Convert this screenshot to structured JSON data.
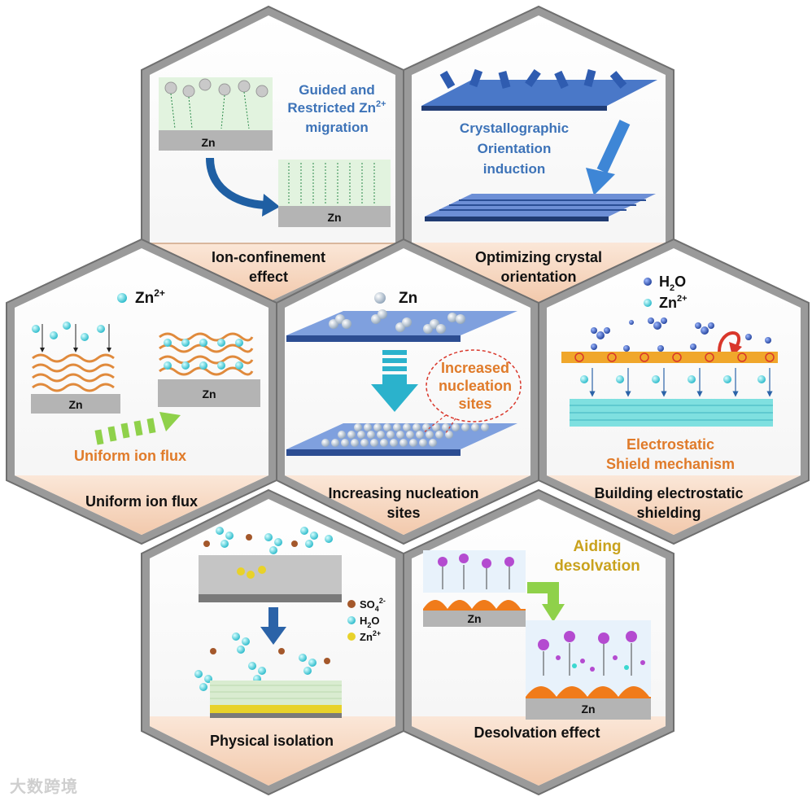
{
  "panels": {
    "ion_confinement": {
      "caption_line1": "Ion-confinement",
      "caption_line2": "effect",
      "note_line1": "Guided and",
      "note_line2": "Restricted Zn",
      "note_line2_sup": "2+",
      "note_line3": "migration",
      "substrate_top": "Zn",
      "substrate_bottom": "Zn"
    },
    "crystal_orientation": {
      "caption_line1": "Optimizing crystal",
      "caption_line2": "orientation",
      "note_line1": "Crystallographic",
      "note_line2": "Orientation",
      "note_line3": "induction"
    },
    "uniform_flux": {
      "caption": "Uniform ion flux",
      "legend": "Zn",
      "legend_sup": "2+",
      "substrate_left": "Zn",
      "substrate_right": "Zn",
      "note": "Uniform ion flux"
    },
    "nucleation": {
      "caption_line1": "Increasing nucleation",
      "caption_line2": "sites",
      "legend": "Zn",
      "bubble_line1": "Increased",
      "bubble_line2": "nucleation",
      "bubble_line3": "sites"
    },
    "electrostatic": {
      "caption_line1": "Building electrostatic",
      "caption_line2": "shielding",
      "legend_water": "H",
      "legend_water_sub": "2",
      "legend_water_end": "O",
      "legend_zn": "Zn",
      "legend_zn_sup": "2+",
      "note_line1": "Electrostatic",
      "note_line2": "Shield mechanism"
    },
    "physical_isolation": {
      "caption": "Physical isolation",
      "legend_sulfate": "SO",
      "legend_sulfate_sub": "4",
      "legend_sulfate_sup": "2-",
      "legend_water": "H",
      "legend_water_sub": "2",
      "legend_water_end": "O",
      "legend_zn": "Zn",
      "legend_zn_sup": "2+"
    },
    "desolvation": {
      "caption": "Desolvation effect",
      "note_line1": "Aiding",
      "note_line2": "desolvation",
      "substrate_top": "Zn",
      "substrate_bottom": "Zn"
    }
  },
  "watermark": "大数跨境",
  "colors": {
    "frame": "#8c8c8c",
    "caption_band": "#f6d9c4",
    "blue_text": "#3d73b8",
    "orange_text": "#e07b2a",
    "olive_text": "#c9a21d",
    "zinc": "#b4b4b4"
  }
}
